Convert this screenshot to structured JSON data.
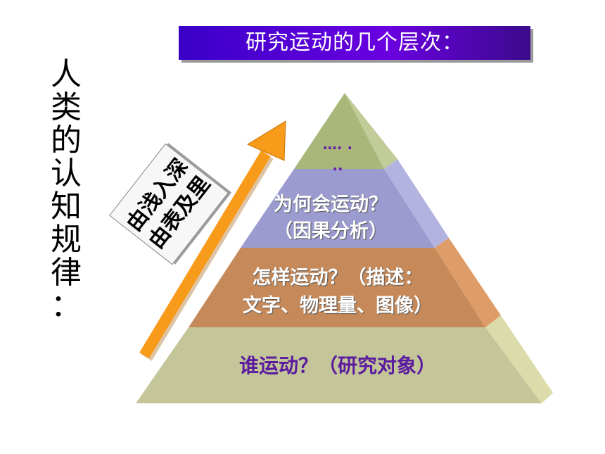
{
  "title": "研究运动的几个层次：",
  "side_title_chars": [
    "人",
    "类",
    "的",
    "认",
    "知",
    "规",
    "律",
    "："
  ],
  "note": {
    "line1": "由浅入深",
    "line2": "由表及里"
  },
  "levels": {
    "top": {
      "line1": "…. .",
      "line2": ".."
    },
    "why": {
      "line1": "为何会运动？",
      "line2": "（因果分析）"
    },
    "how": {
      "line1": "怎样运动？（描述：",
      "line2": "文字、物理量、图像）"
    },
    "who": {
      "line1": "谁运动？（研究对象）"
    }
  },
  "colors": {
    "banner": "#5000d8",
    "top": "#a9b77a",
    "why": "#9b9bd0",
    "how": "#c68a5a",
    "who": "#c4c69a",
    "arrow": "#f89a1a"
  }
}
